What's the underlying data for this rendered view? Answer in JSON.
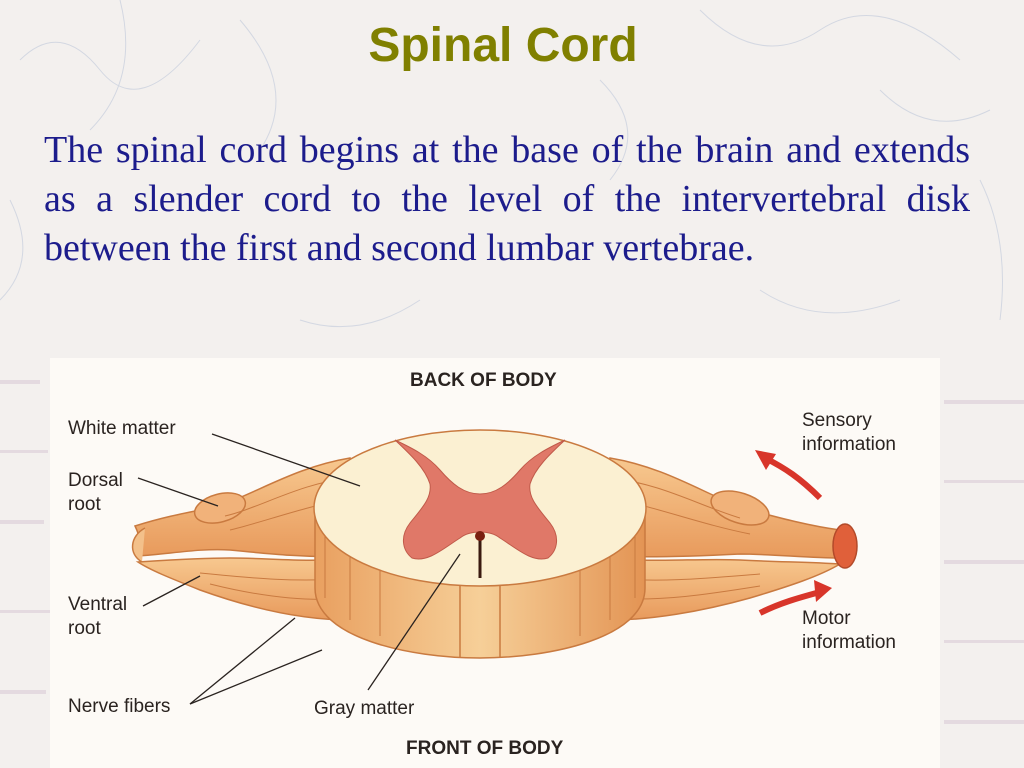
{
  "slide": {
    "title": "Spinal Cord",
    "body": "The spinal cord begins at the base of the brain and extends as a slender cord to the level of the intervertebral disk between the first and second lumbar vertebrae."
  },
  "diagram": {
    "back_label": "BACK OF BODY",
    "front_label": "FRONT OF BODY",
    "white_matter": "White matter",
    "dorsal_root": [
      "Dorsal",
      "root"
    ],
    "ventral_root": [
      "Ventral",
      "root"
    ],
    "nerve_fibers": "Nerve fibers",
    "gray_matter": "Gray matter",
    "sensory_info": [
      "Sensory",
      "information"
    ],
    "motor_info": [
      "Motor",
      "information"
    ]
  },
  "colors": {
    "title": "#808000",
    "body_text": "#1c1c8c",
    "gray_matter": "#e07868",
    "white_matter": "#fbf0d2",
    "nerve": "#f0b27a",
    "arrow": "#d8352a"
  }
}
